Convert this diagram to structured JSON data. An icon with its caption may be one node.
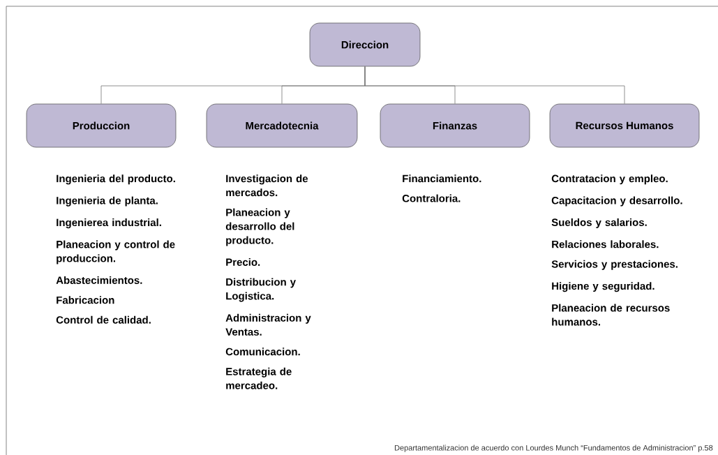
{
  "diagram": {
    "caption": "Departamentalizacion de acuerdo con Lourdes Munch “Fundamentos de Administracion” p.58",
    "nodes": [
      {
        "text": [
          "Direccion"
        ]
      },
      {
        "text": [
          "Produccion"
        ],
        "beside": [
          "Ingenieria del producto.",
          "Ingenieria de planta.",
          "Ingenierea industrial.",
          "Planeacion y control de produccion.",
          "Abastecimientos.",
          "Fabricacion",
          "Control de calidad."
        ]
      },
      {
        "text": [
          "Mercadotecnia"
        ],
        "beside": [
          "Investigacion de mercados.",
          "Planeacion y desarrollo del producto.",
          "Precio.",
          "Distribucion y Logistica.",
          "Administracion y Ventas.",
          "Comunicacion.",
          "Estrategia de mercadeo."
        ]
      },
      {
        "text": [
          "Finanzas"
        ],
        "beside": [
          "Financiamiento.",
          "Contraloria."
        ]
      },
      {
        "text": [
          "Recursos Humanos"
        ],
        "beside": [
          "Contratacion y empleo.",
          "Capacitacion y desarrollo.",
          "Sueldos y salarios.",
          "Relaciones laborales.",
          "Servicios y prestaciones.",
          "Higiene y seguridad.",
          "Planeacion de recursos humanos."
        ]
      }
    ],
    "edges": [
      {
        "from": 0,
        "to": 1,
        "arrow": "none"
      },
      {
        "from": 0,
        "to": 2,
        "arrow": "none"
      },
      {
        "from": 0,
        "to": 3,
        "arrow": "none"
      },
      {
        "from": 0,
        "to": 4,
        "arrow": "none"
      }
    ]
  }
}
